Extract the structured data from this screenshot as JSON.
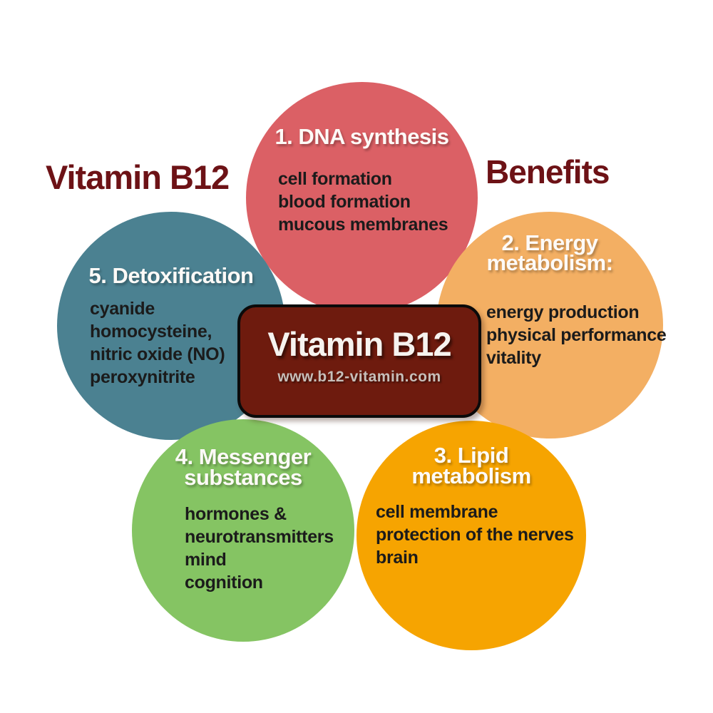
{
  "titles": {
    "left": "Vitamin B12",
    "right": "Benefits",
    "color": "#6d1216"
  },
  "center_box": {
    "title": "Vitamin B12",
    "subtitle": "www.b12-vitamin.com",
    "background": "#6e1b0e",
    "border_color": "#0a0a0a",
    "title_color": "#f6f3ef",
    "subtitle_color": "#c7bfba"
  },
  "text_color": "#1b1b1b",
  "circles": [
    {
      "name": "dna-synthesis",
      "title_lines": [
        "1. DNA synthesis"
      ],
      "items": [
        "cell formation",
        "blood formation",
        "mucous membranes"
      ],
      "color": "#db6065"
    },
    {
      "name": "energy-metabolism",
      "title_lines": [
        "2. Energy",
        "metabolism:"
      ],
      "items": [
        "energy production",
        "physical performance",
        "vitality"
      ],
      "color": "#f3af63"
    },
    {
      "name": "lipid-metabolism",
      "title_lines": [
        "3. Lipid",
        "metabolism"
      ],
      "items": [
        "cell membrane",
        "protection of the nerves",
        "brain"
      ],
      "color": "#f6a401"
    },
    {
      "name": "messenger-substances",
      "title_lines": [
        "4. Messenger",
        "substances"
      ],
      "items": [
        "hormones &",
        "neurotransmitters",
        "mind",
        "cognition"
      ],
      "color": "#85c463"
    },
    {
      "name": "detoxification",
      "title_lines": [
        "5. Detoxification"
      ],
      "items": [
        "cyanide",
        "homocysteine,",
        "nitric oxide (NO)",
        "peroxynitrite"
      ],
      "color": "#4b8191"
    }
  ]
}
